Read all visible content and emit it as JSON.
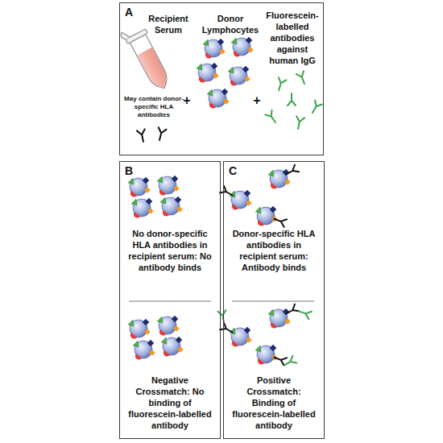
{
  "diagram": {
    "nodes": [
      {
        "text": [
          "A",
          "Recipient Serum",
          "May contain donor-specific HLA antibodies",
          "+",
          "Donor Lymphocytes",
          "+",
          "Fluorescein-labelled antibodies against human IgG"
        ]
      },
      {
        "text": [
          "B",
          "No donor-specific HLA antibodies in recipient serum: No antibody binds",
          "Negative Crossmatch: No binding of fluorescein-labelled antibody"
        ]
      },
      {
        "text": [
          "C",
          "Donor-specific HLA antibodies in recipient serum: Antibody binds",
          "Positive Crossmatch: Binding of fluorescein-labelled antibody"
        ]
      }
    ]
  }
}
